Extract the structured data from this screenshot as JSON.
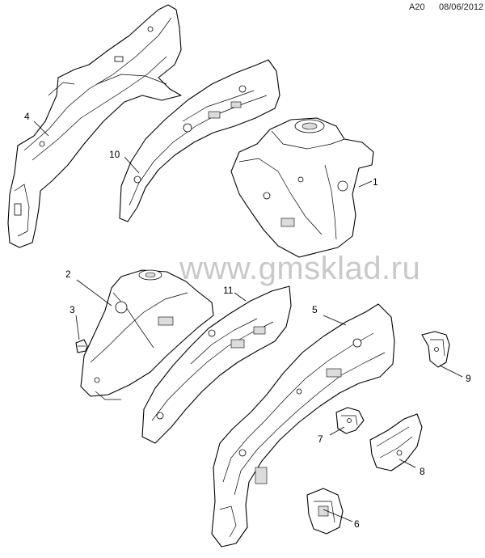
{
  "header": {
    "diagram_code": "A20",
    "date": "08/06/2012"
  },
  "watermark": {
    "text": "www.gmsklad.ru"
  },
  "callouts": [
    {
      "id": "c1",
      "text": "1"
    },
    {
      "id": "c2",
      "text": "2"
    },
    {
      "id": "c3",
      "text": "3"
    },
    {
      "id": "c4",
      "text": "4"
    },
    {
      "id": "c5",
      "text": "5"
    },
    {
      "id": "c6",
      "text": "6"
    },
    {
      "id": "c7",
      "text": "7"
    },
    {
      "id": "c8",
      "text": "8"
    },
    {
      "id": "c9",
      "text": "9"
    },
    {
      "id": "c10",
      "text": "10"
    },
    {
      "id": "c11",
      "text": "11"
    }
  ]
}
